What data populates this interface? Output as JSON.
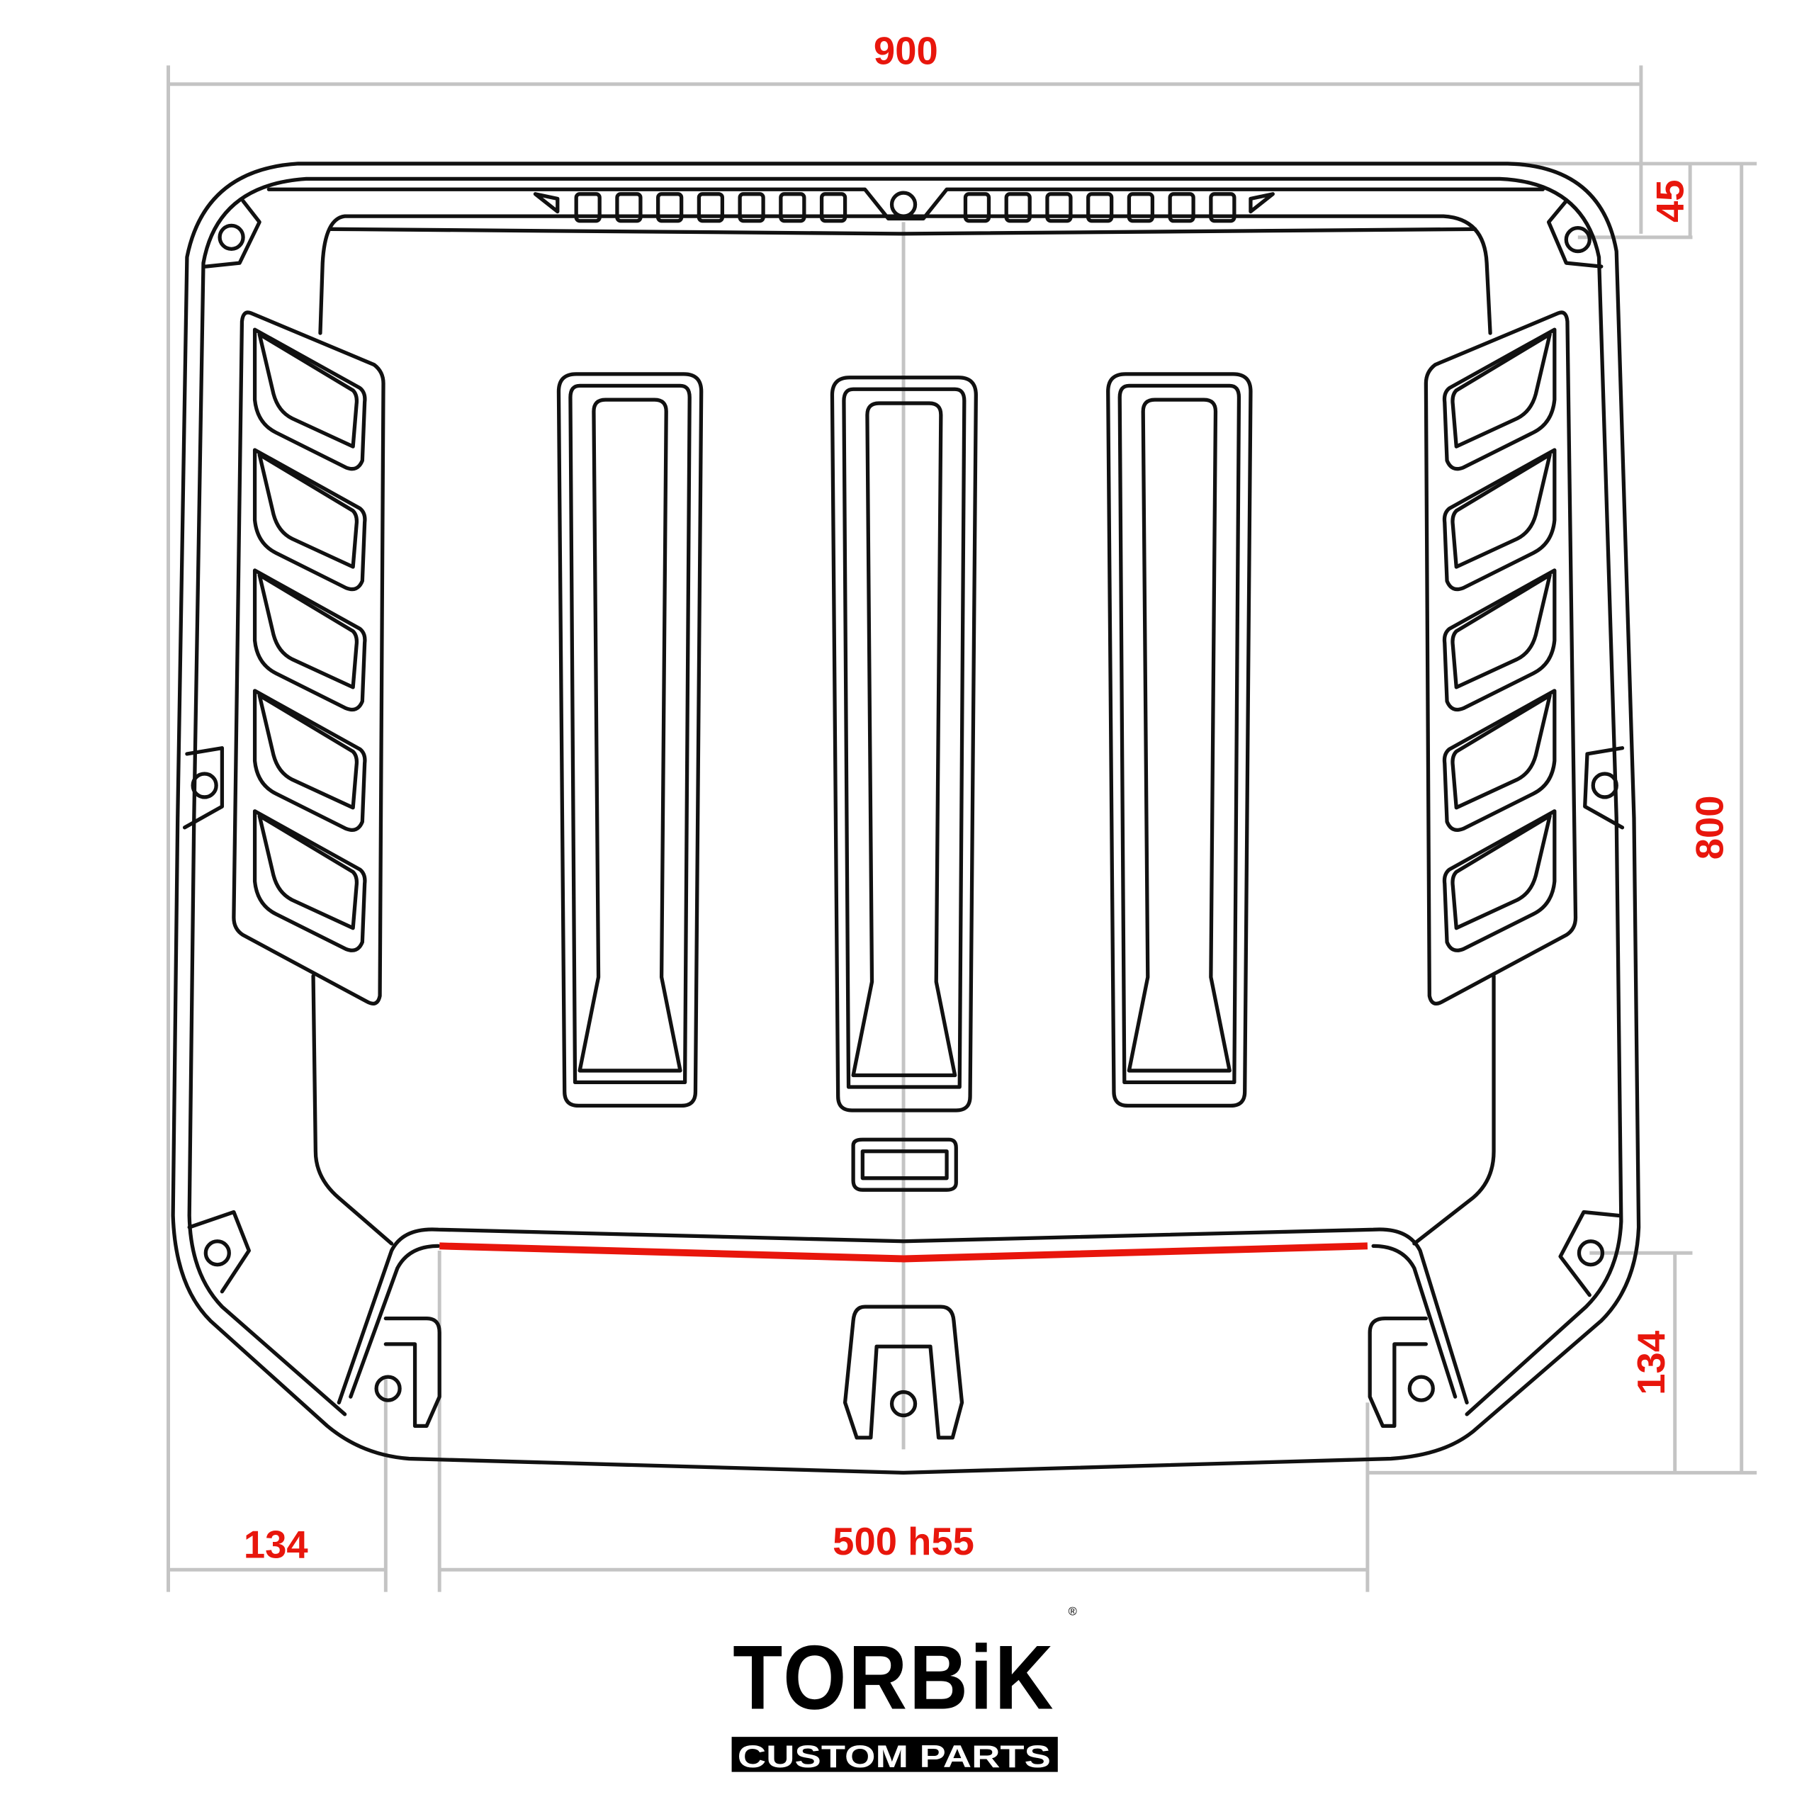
{
  "dimensions": {
    "width_total": "900",
    "top_offset": "45",
    "height_total": "800",
    "bottom_right_offset": "134",
    "bottom_left_offset": "134",
    "lip_width": "500 h55"
  },
  "logo": {
    "brand": "TORBiK",
    "tagline": "CUSTOM PARTS",
    "registered": "®"
  },
  "colors": {
    "dimension_text": "#e8160c",
    "highlight_line": "#e8160c",
    "dimension_lines": "#c4c4c4",
    "outline": "#111111"
  }
}
